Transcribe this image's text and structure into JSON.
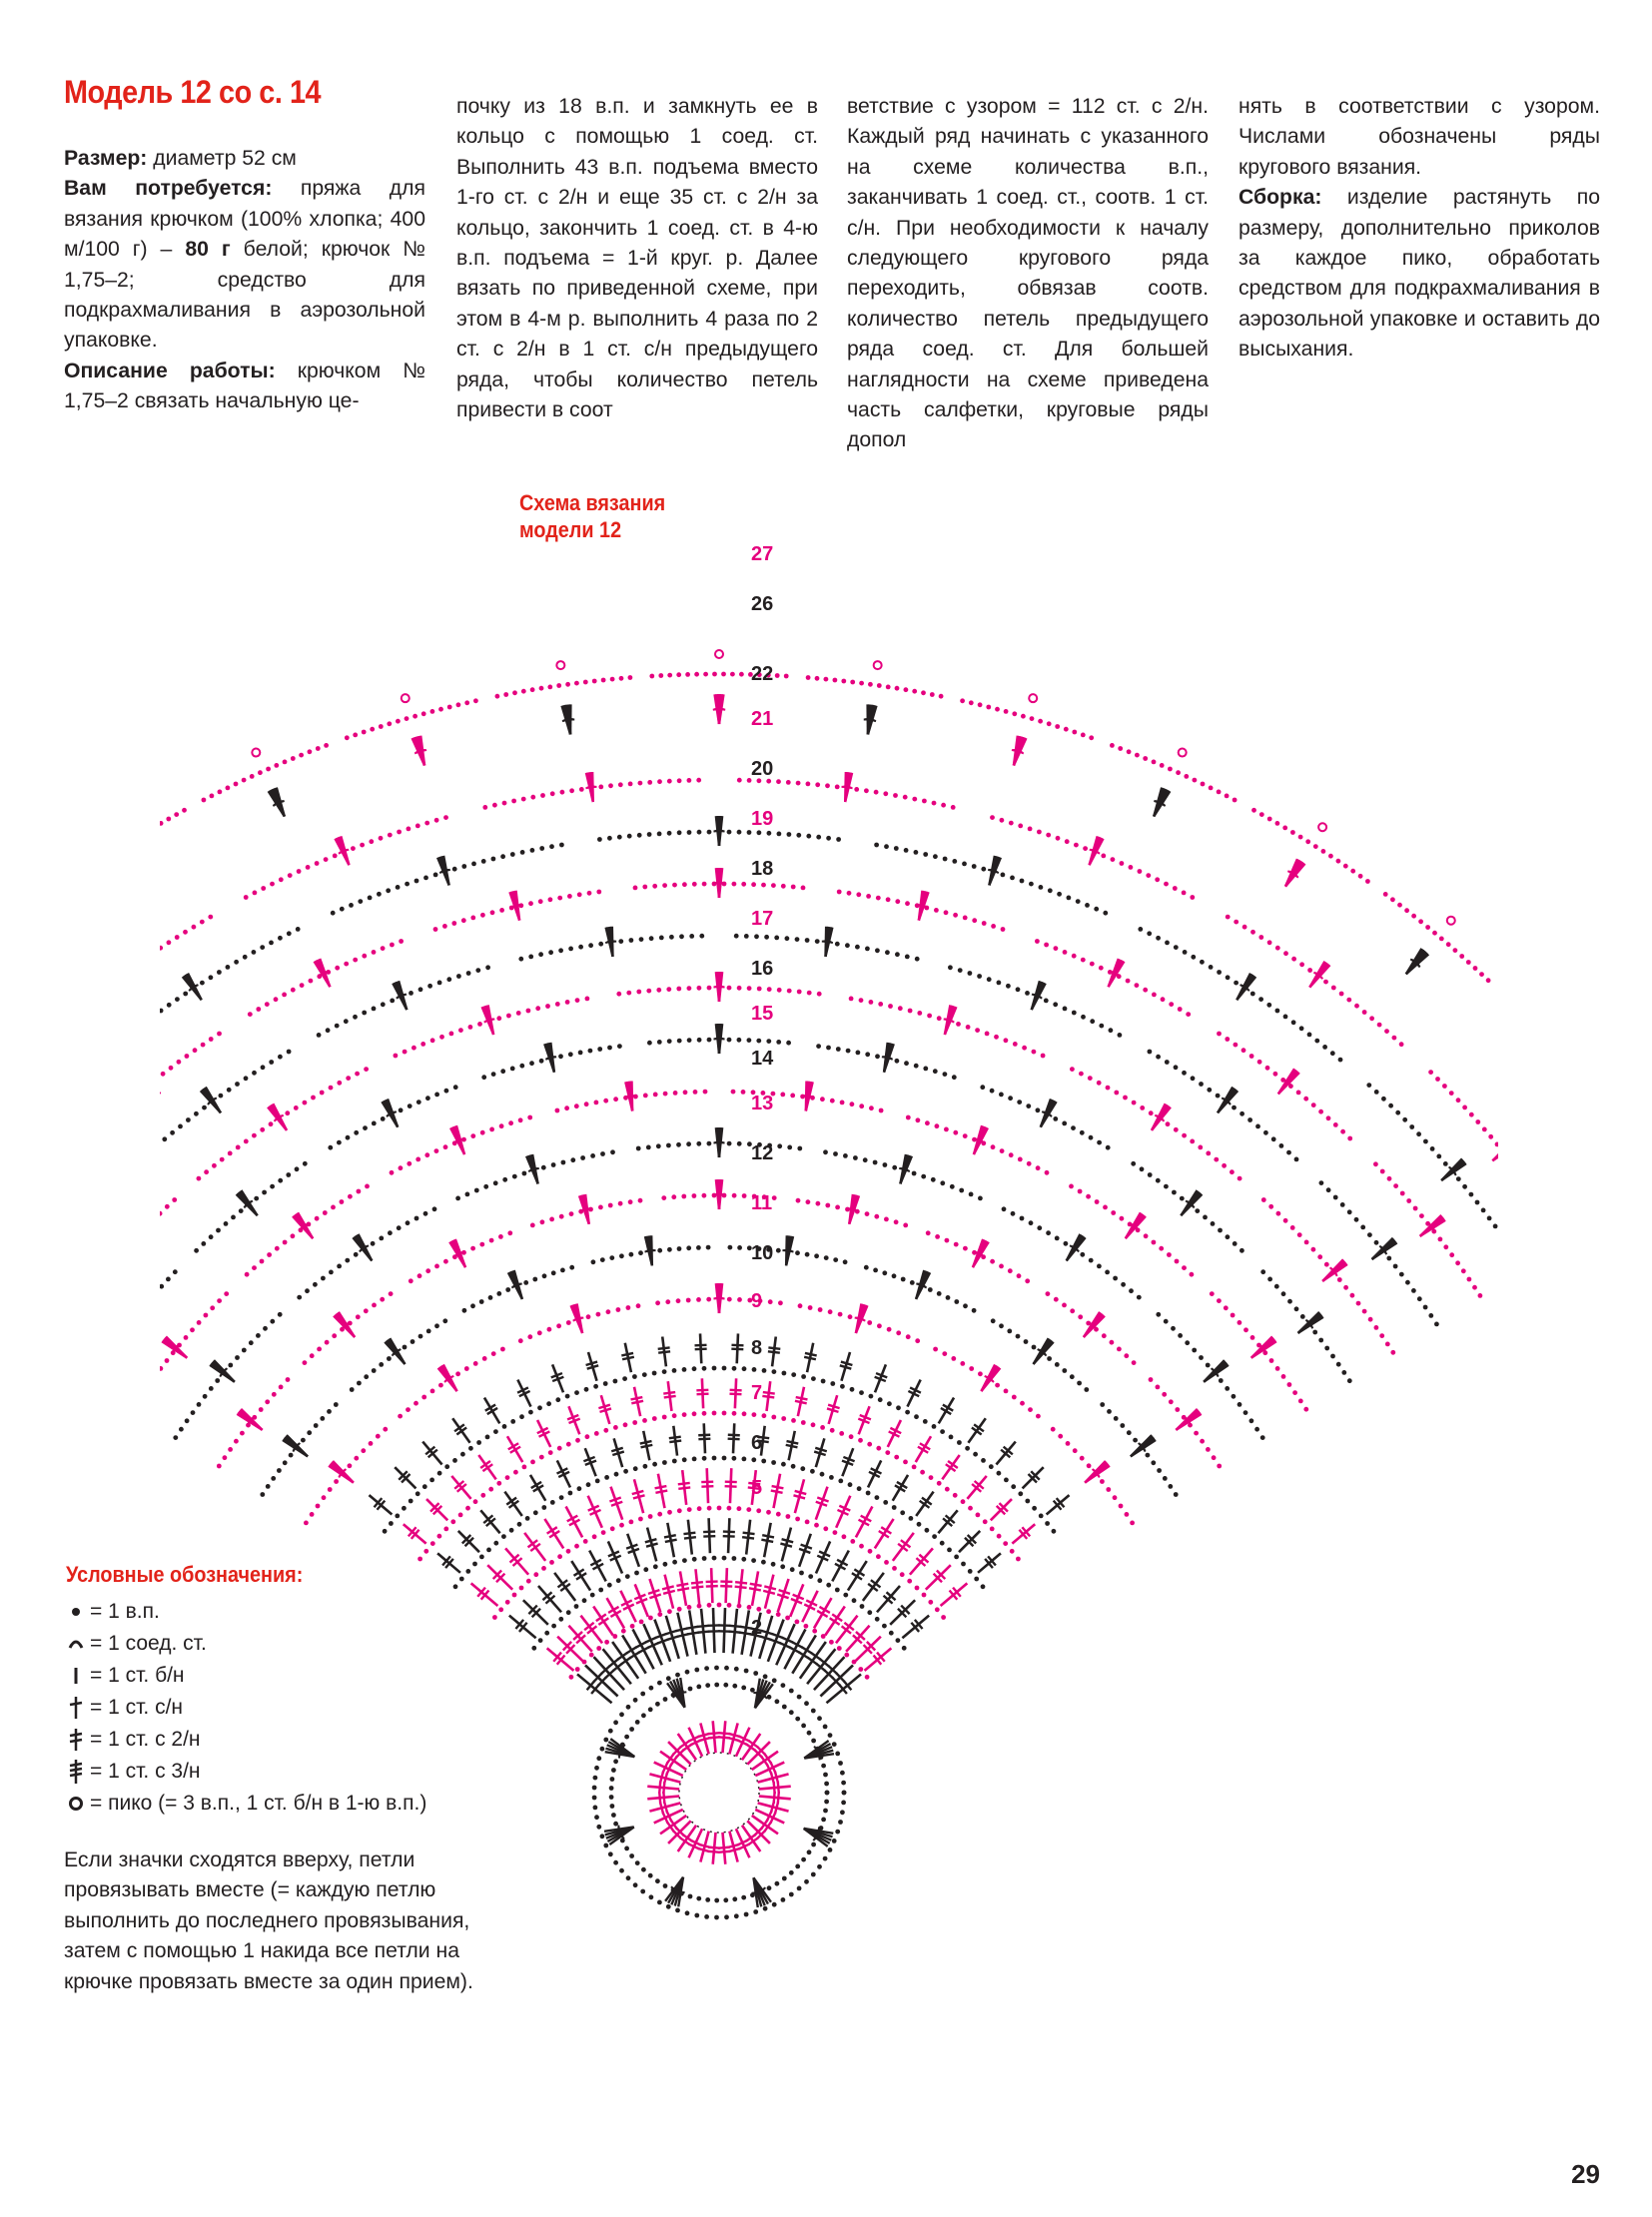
{
  "header": {
    "title": "Модель 12 со с. 14",
    "title_color": "#e2231a"
  },
  "text": {
    "size_label": "Размер:",
    "size_value": " диаметр 52 см",
    "need_label": "Вам потребуется:",
    "need_value_1": " пряжа для вязания крючком (100% хлопка; 400 м/100 г) – ",
    "need_weight": "80 г",
    "need_value_2": " белой; крючок № 1,75–2; средство для подкрахмаливания в аэрозольной упаковке.",
    "desc_label": "Описание работы:",
    "desc_value_1": " крючком № 1,75–2 связать начальную це",
    "col2": "почку из 18 в.п. и замкнуть ее в кольцо с помощью 1 соед. ст. Выполнить 43 в.п. подъема вместо 1-го ст. с 2/н и еще 35 ст. с 2/н за кольцо, закончить 1 соед. ст. в 4-ю в.п. подъема = 1-й круг. р. Далее вязать по приведенной схеме, при этом в 4-м р. выполнить 4 раза по 2 ст. с 2/н в 1 ст. с/н предыдущего ряда, чтобы количество петель привести в соот",
    "col3": "ветствие с узором = 112 ст. с 2/н. Каждый ряд начинать с указанного на схеме количества в.п., заканчивать 1 соед. ст., соотв. 1 ст. с/н. При необходимости к началу следующего кругового ряда переходить, обвязав соотв. количество петель предыдущего ряда соед. ст. Для большей наглядности на схеме приведена часть салфетки, круговые ряды допол",
    "col4_1": "нять в соответствии с узором. Числами обозначены ряды кругового вязания.",
    "assembly_label": "Сборка:",
    "assembly_value": " изделие растянуть по размеру, дополнительно приколов за каждое пико, обработать средством для подкрахмаливания в аэрозольной упаковке и оставить до высыхания."
  },
  "scheme": {
    "title_1": "Схема вязания",
    "title_2": "модели 12",
    "colors": {
      "black": "#231f20",
      "pink": "#e5007e",
      "red": "#e2231a"
    },
    "row_numbers": [
      "2",
      "5",
      "6",
      "7",
      "8",
      "9",
      "10",
      "11",
      "12",
      "13",
      "14",
      "15",
      "16",
      "17",
      "18",
      "19",
      "20",
      "21",
      "22",
      "26",
      "27"
    ]
  },
  "legend": {
    "title": "Условные обозначения:",
    "items": [
      {
        "icon": "chain-stitch-icon",
        "text": "= 1 в.п."
      },
      {
        "icon": "slip-stitch-icon",
        "text": "= 1 соед. ст."
      },
      {
        "icon": "single-crochet-icon",
        "text": "= 1 ст. б/н"
      },
      {
        "icon": "double-crochet-icon",
        "text": "= 1 ст. с/н"
      },
      {
        "icon": "treble-crochet-icon",
        "text": "= 1 ст. с 2/н"
      },
      {
        "icon": "double-treble-icon",
        "text": "= 1 ст. с 3/н"
      },
      {
        "icon": "picot-icon",
        "text": "= пико (= 3 в.п., 1 ст. б/н в 1-ю в.п.)"
      }
    ],
    "note": "Если значки сходятся вверху, петли провязывать вместе (= каждую петлю выполнить до последнего провязывания, затем с помощью 1 накида все петли на крючке провязать вместе за один прием)."
  },
  "footer": {
    "page_number": "29"
  }
}
